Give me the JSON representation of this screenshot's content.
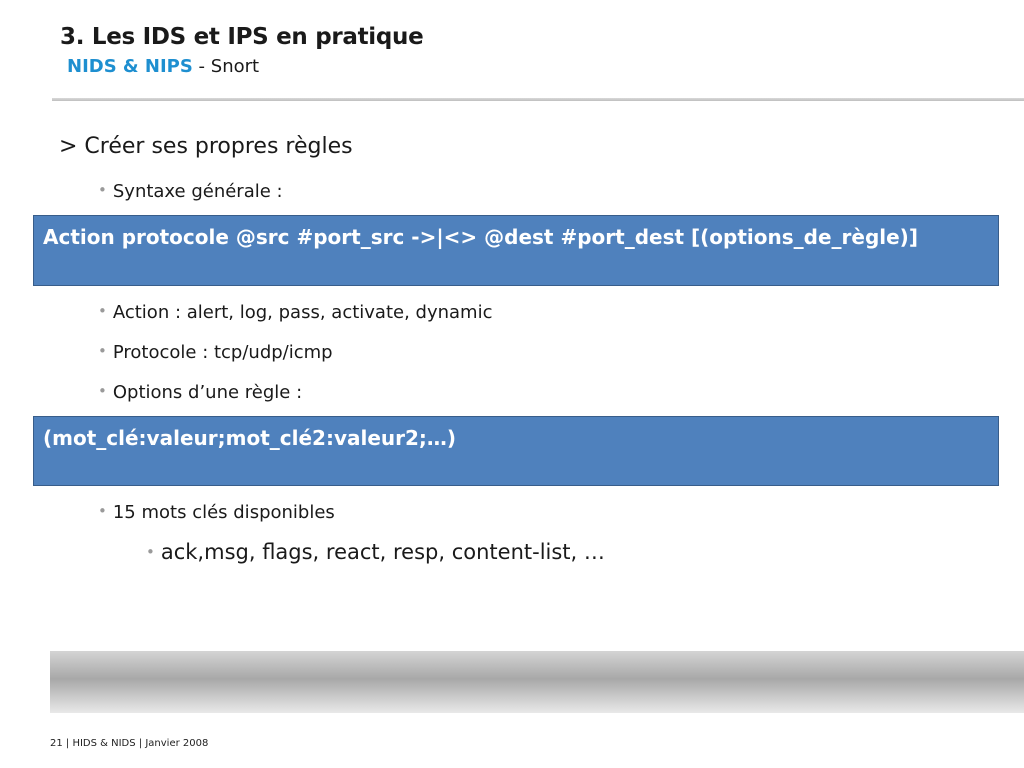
{
  "slide": {
    "title": "3. Les IDS et IPS en pratique",
    "subtitle_highlight": "NIDS & NIPS",
    "subtitle_rest": " - Snort"
  },
  "content": {
    "heading": "> Créer ses propres règles",
    "bullet_syntax": "Syntaxe générale :",
    "syntax_box": "Action protocole @src #port_src ->|<> @dest #port_dest [(options_de_règle)]",
    "bullet_action": "Action : alert, log, pass, activate, dynamic",
    "bullet_protocole": "Protocole : tcp/udp/icmp",
    "bullet_options": "Options d’une règle :",
    "options_box": "(mot_clé:valeur;mot_clé2:valeur2;…)",
    "bullet_keywords": "15 mots clés disponibles",
    "sub_bullet_keywords": "ack,msg, flags, react, resp, content-list, …",
    "bullet_symbol": "•"
  },
  "footer": {
    "text": "21 | HIDS & NIDS | Janvier 2008"
  },
  "colors": {
    "accent": "#1e8fd0",
    "box_fill": "#4f81bd",
    "box_border": "#385d8a"
  }
}
